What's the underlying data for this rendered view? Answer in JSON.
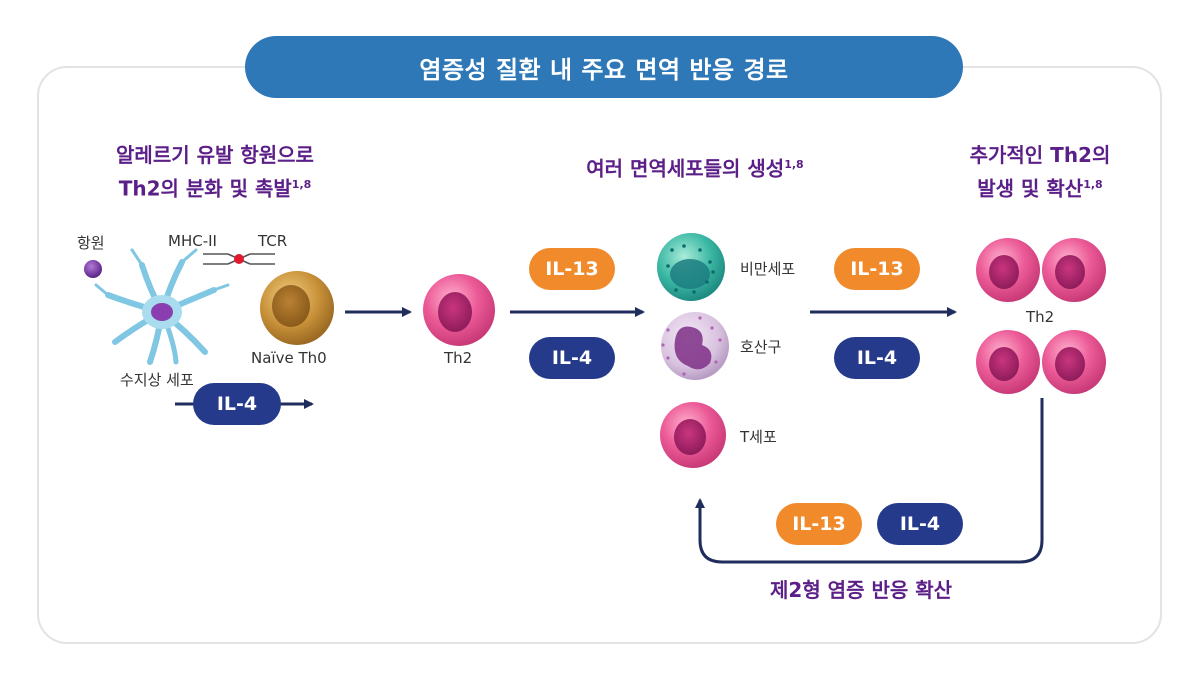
{
  "title": "염증성 질환 내 주요 면역 반응 경로",
  "headings": {
    "left_line1": "알레르기 유발 항원으로",
    "left_line2": "Th2의 분화 및 촉발",
    "left_ref": "1,8",
    "middle": "여러 면역세포들의 생성",
    "middle_ref": "1,8",
    "right_line1": "추가적인 Th2의",
    "right_line2": "발생 및 확산",
    "right_ref": "1,8"
  },
  "labels": {
    "antigen": "항원",
    "mhc": "MHC-II",
    "tcr": "TCR",
    "dendritic": "수지상 세포",
    "naive": "Naïve Th0",
    "th2_mid": "Th2",
    "mast": "비만세포",
    "eos": "호산구",
    "tcell": "T세포",
    "th2_right": "Th2"
  },
  "cytokines": {
    "il13": "IL-13",
    "il4": "IL-4"
  },
  "bottom_label": "제2형 염증 반응 확산",
  "colors": {
    "title_bg": "#2e78b7",
    "heading": "#5b1f87",
    "il13": "#f08a2b",
    "il4": "#263a8c",
    "arrow": "#1f2d5c"
  }
}
